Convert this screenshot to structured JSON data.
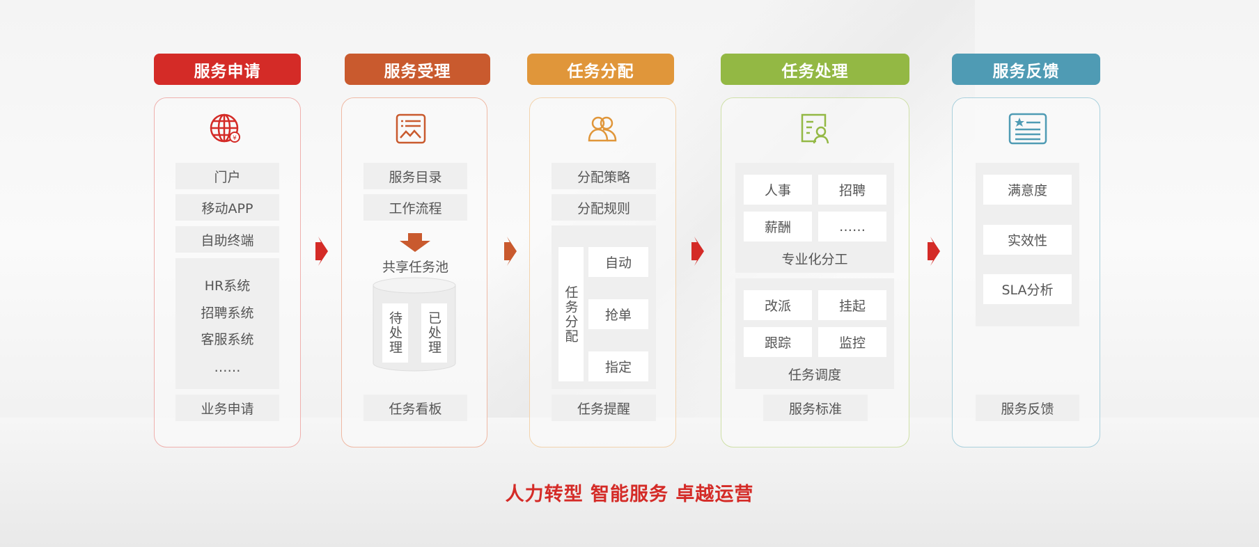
{
  "columns": [
    {
      "title": "服务申请",
      "color": "#d42b27",
      "border": "#efb0ad",
      "items": [
        "门户",
        "移动APP",
        "自助终端"
      ],
      "group": [
        "HR系统",
        "招聘系统",
        "客服系统",
        "……"
      ],
      "footer": "业务申请",
      "icon": "globe-icon"
    },
    {
      "title": "服务受理",
      "color": "#c95a2e",
      "border": "#efb9a4",
      "items": [
        "服务目录",
        "工作流程"
      ],
      "pool_label": "共享任务池",
      "pool": [
        "待处理",
        "已处理"
      ],
      "footer": "任务看板",
      "icon": "list-chart-icon"
    },
    {
      "title": "任务分配",
      "color": "#e0963a",
      "border": "#f2d3ad",
      "items": [
        "分配策略",
        "分配规则"
      ],
      "group_label": "任务分配",
      "group": [
        "自动",
        "抢单",
        "指定"
      ],
      "footer": "任务提醒",
      "icon": "users-icon"
    },
    {
      "title": "任务处理",
      "color": "#93b844",
      "border": "#cfe0a8",
      "group1": [
        "人事",
        "招聘",
        "薪酬",
        "……"
      ],
      "group1_label": "专业化分工",
      "group2": [
        "改派",
        "挂起",
        "跟踪",
        "监控"
      ],
      "group2_label": "任务调度",
      "footer": "服务标准",
      "icon": "user-document-icon"
    },
    {
      "title": "服务反馈",
      "color": "#4f9bb4",
      "border": "#a9d0dd",
      "group": [
        "满意度",
        "实效性",
        "SLA分析"
      ],
      "footer": "服务反馈",
      "icon": "star-list-icon"
    }
  ],
  "slogan": "人力转型 智能服务 卓越运营",
  "slogan_color": "#d42b27"
}
